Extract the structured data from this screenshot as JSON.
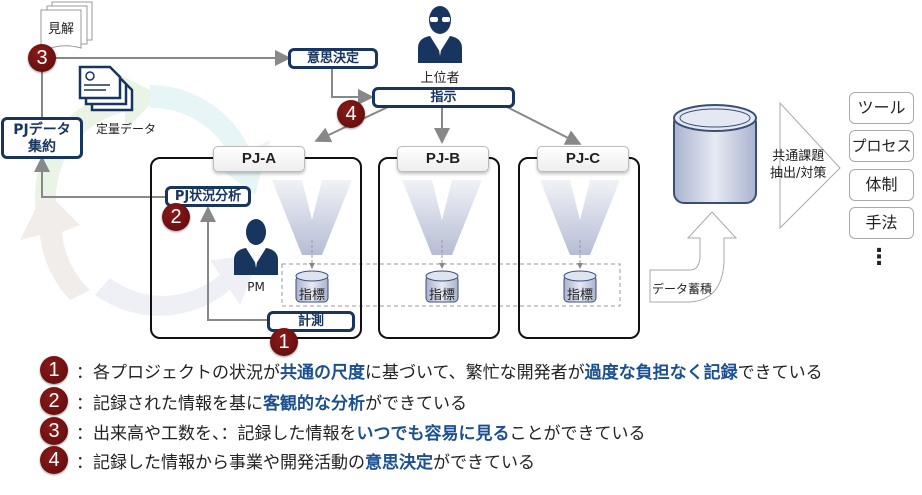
{
  "diagram": {
    "top": {
      "opinion_label": "見解",
      "quant_data_label": "定量データ",
      "pj_data_box": [
        "PJデータ",
        "集約"
      ],
      "decision_box": "意思決定",
      "executive_label": "上位者",
      "instruction_box": "指示"
    },
    "projects": [
      {
        "label": "PJ-A",
        "index_label": "指標"
      },
      {
        "label": "PJ-B",
        "index_label": "指標"
      },
      {
        "label": "PJ-C",
        "index_label": "指標"
      }
    ],
    "pj_a": {
      "analysis_box": "PJ状況分析",
      "pm_label": "PM",
      "measure_box": "計測"
    },
    "accumulation_label": "データ蓄積",
    "common_issues_label": [
      "共通課題",
      "抽出/対策"
    ],
    "side_boxes": [
      "ツール",
      "プロセス",
      "体制",
      "手法"
    ],
    "ellipsis": "⋮",
    "badges": [
      "1",
      "2",
      "3",
      "4"
    ]
  },
  "legend": [
    {
      "num": "1",
      "parts": [
        {
          "text": "：各プロジェクトの状況が",
          "bold": false
        },
        {
          "text": "共通の尺度",
          "bold": true
        },
        {
          "text": "に基づいて、繁忙な開発者が",
          "bold": false
        },
        {
          "text": "過度な負担なく記録",
          "bold": true
        },
        {
          "text": "できている",
          "bold": false
        }
      ]
    },
    {
      "num": "2",
      "parts": [
        {
          "text": "：記録された情報を基に",
          "bold": false
        },
        {
          "text": "客観的な分析",
          "bold": true
        },
        {
          "text": "ができている",
          "bold": false
        }
      ]
    },
    {
      "num": "3",
      "parts": [
        {
          "text": "：出来高や工数を、：記録した情報を",
          "bold": false
        },
        {
          "text": "いつでも容易に見る",
          "bold": true
        },
        {
          "text": "ことができている",
          "bold": false
        }
      ]
    },
    {
      "num": "4",
      "parts": [
        {
          "text": "：記録した情報から事業や開発活動の",
          "bold": false
        },
        {
          "text": "意思決定",
          "bold": true
        },
        {
          "text": "ができている",
          "bold": false
        }
      ]
    }
  ],
  "colors": {
    "navy": "#17355e",
    "badge": "#6b1010",
    "highlight": "#1b4f8f"
  }
}
